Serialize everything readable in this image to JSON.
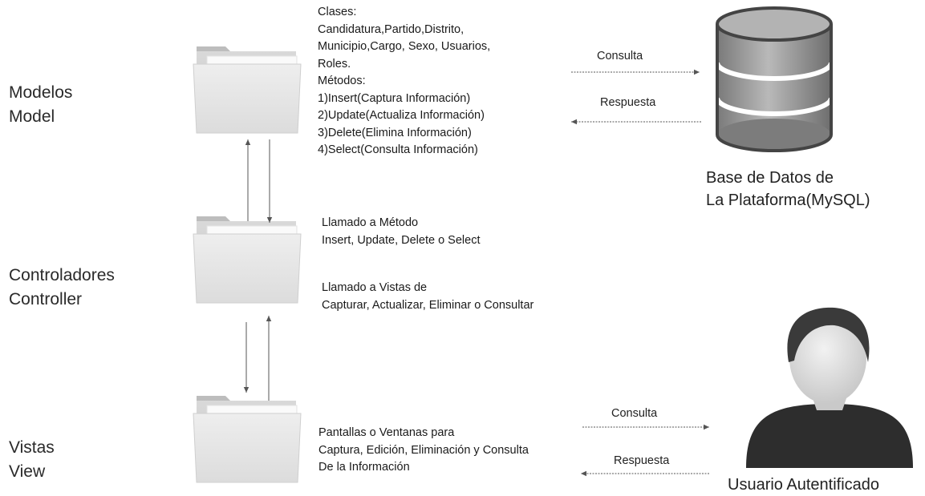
{
  "layers": {
    "model": [
      "Modelos",
      "Model"
    ],
    "controller": [
      "Controladores",
      "Controller"
    ],
    "view": [
      "Vistas",
      "View"
    ]
  },
  "model_text": [
    "Clases:",
    "Candidatura,Partido,Distrito,",
    "Municipio,Cargo, Sexo, Usuarios,",
    "Roles.",
    "Métodos:",
    "1)Insert(Captura Información)",
    "2)Update(Actualiza Información)",
    "3)Delete(Elimina Información)",
    "4)Select(Consulta Información)"
  ],
  "controller_text": {
    "method_call": [
      "Llamado a Método",
      "Insert, Update, Delete o Select"
    ],
    "view_call": [
      "Llamado a Vistas de",
      "Capturar, Actualizar, Eliminar o Consultar"
    ]
  },
  "view_text": [
    "Pantallas o Ventanas para",
    "Captura, Edición, Eliminación y Consulta",
    "De la Información"
  ],
  "db_arrows": {
    "query": "Consulta",
    "response": "Respuesta"
  },
  "user_arrows": {
    "query": "Consulta",
    "response": "Respuesta"
  },
  "database": [
    "Base de Datos de",
    "La Plataforma(MySQL)"
  ],
  "user": "Usuario Autentificado"
}
